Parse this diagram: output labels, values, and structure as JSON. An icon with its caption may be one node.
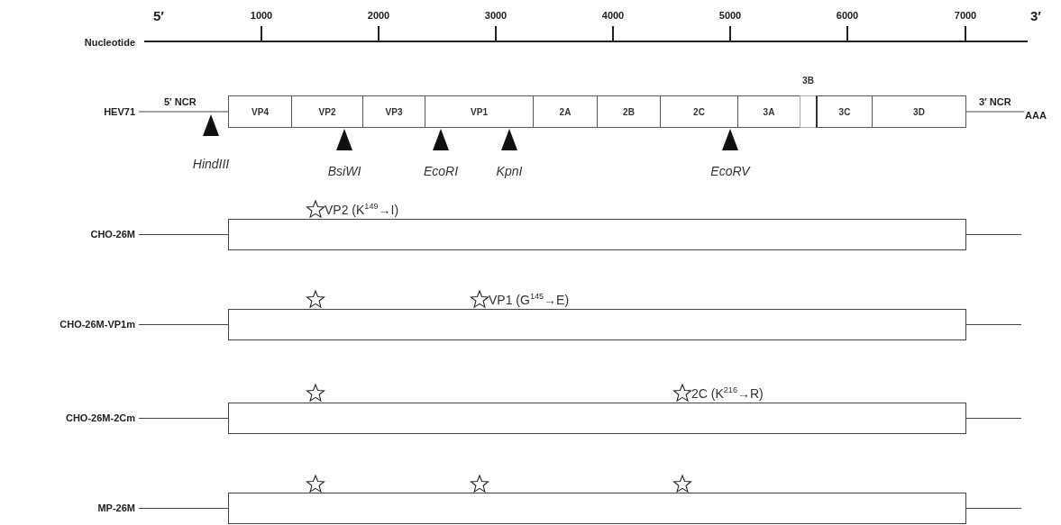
{
  "diagram": {
    "nodes": [
      {
        "text": [
          "VP4"
        ]
      },
      {
        "text": [
          "VP2"
        ]
      },
      {
        "text": [
          "VP3"
        ]
      },
      {
        "text": [
          "VP1"
        ]
      },
      {
        "text": [
          "2A"
        ]
      },
      {
        "text": [
          "2B"
        ]
      },
      {
        "text": [
          "2C"
        ]
      },
      {
        "text": [
          "3A"
        ]
      },
      {
        "text": [
          "3B"
        ]
      },
      {
        "text": [
          "3C"
        ]
      },
      {
        "text": [
          "3D"
        ]
      },
      {
        "text": [],
        "shape": "box",
        "beside": [
          "VP2 (K$^{149}$→I)"
        ]
      },
      {
        "text": [],
        "shape": "box",
        "beside": [
          "VP1 (G$^{145}$→E)"
        ]
      },
      {
        "text": [],
        "shape": "box",
        "beside": [
          "2C (K$^{216}$→R)"
        ]
      },
      {
        "text": [],
        "shape": "box"
      },
      {
        "text": [
          "HEV71"
        ]
      },
      {
        "text": [
          "AAA"
        ]
      },
      {
        "text": [
          "CHO-26M"
        ]
      },
      {
        "text": [
          "CHO-26M-VP1m"
        ]
      },
      {
        "text": [
          "CHO-26M-2Cm"
        ]
      },
      {
        "text": [
          "MP-26M"
        ]
      }
    ],
    "edges": [
      {
        "from": 15,
        "to": 0,
        "arrow": "none",
        "label": "5′ NCR"
      },
      {
        "from": 10,
        "to": 16,
        "arrow": "none",
        "label": "3′ NCR"
      },
      {
        "from": 17,
        "to": 11,
        "arrow": "none"
      },
      {
        "from": 18,
        "to": 12,
        "arrow": "none"
      },
      {
        "from": 19,
        "to": 13,
        "arrow": "none"
      },
      {
        "from": 20,
        "to": 14,
        "arrow": "none"
      },
      {
        "from": 11,
        "to": null,
        "arrow": "none"
      },
      {
        "from": 12,
        "to": null,
        "arrow": "none"
      },
      {
        "from": 13,
        "to": null,
        "arrow": "none"
      },
      {
        "from": 14,
        "to": null,
        "arrow": "none"
      }
    ],
    "labels": [
      "5′",
      "1000",
      "2000",
      "3000",
      "4000",
      "5000",
      "6000",
      "7000",
      "3′",
      "Nucleotide",
      "HindIII",
      "BsiWI",
      "EcoRI",
      "KpnI",
      "EcoRV"
    ]
  }
}
